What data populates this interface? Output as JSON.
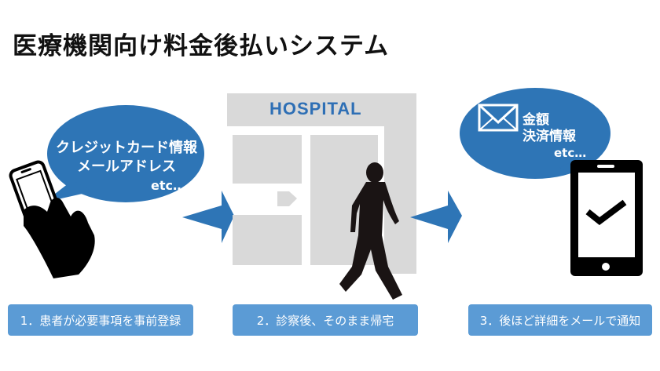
{
  "title": "医療機関向け料金後払いシステム",
  "colors": {
    "accent_blue": "#2e75b6",
    "step_blue": "#5b9bd5",
    "building_gray": "#d9d9d9",
    "silhouette": "#1a1414"
  },
  "left_bubble": {
    "line1": "クレジットカード情報",
    "line2": "メールアドレス",
    "line3": "etc…"
  },
  "hospital": {
    "sign": "HOSPITAL"
  },
  "right_bubble": {
    "line1": "金額",
    "line2": "決済情報",
    "line3": "etc…"
  },
  "icons": [
    "smartphone-hand-icon",
    "envelope-icon",
    "smartphone-check-icon",
    "walking-person-icon",
    "arrow-icon"
  ],
  "steps": [
    {
      "label": "1．患者が必要事項を事前登録"
    },
    {
      "label": "2．診察後、そのまま帰宅"
    },
    {
      "label": "3．後ほど詳細をメールで通知"
    }
  ]
}
